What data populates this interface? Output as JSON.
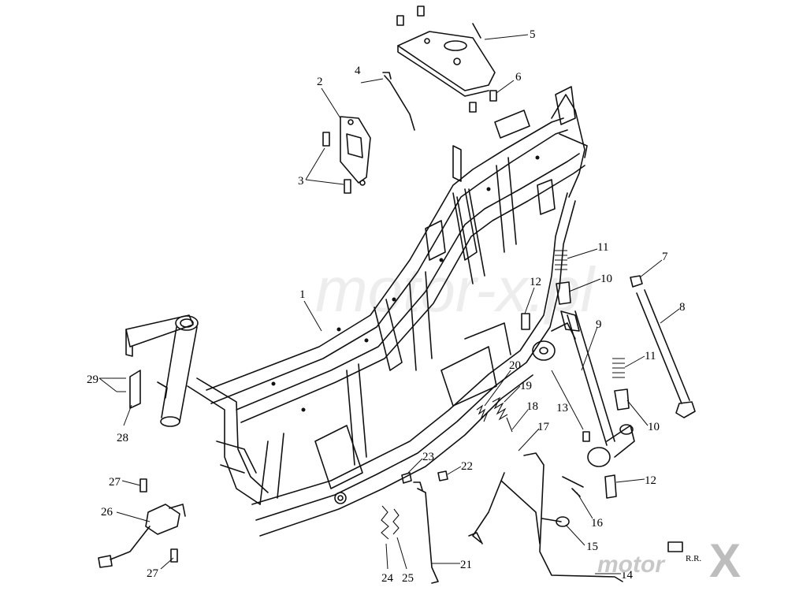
{
  "watermark": "motor-x.pl",
  "logo": {
    "text": "motor",
    "mark": "X"
  },
  "corner_mark": "R.R.",
  "callouts": [
    "1",
    "2",
    "3",
    "4",
    "5",
    "6",
    "7",
    "8",
    "9",
    "10",
    "10",
    "11",
    "11",
    "12",
    "12",
    "13",
    "14",
    "15",
    "16",
    "17",
    "18",
    "19",
    "20",
    "21",
    "22",
    "23",
    "24",
    "25",
    "26",
    "27",
    "27",
    "28",
    "29"
  ]
}
